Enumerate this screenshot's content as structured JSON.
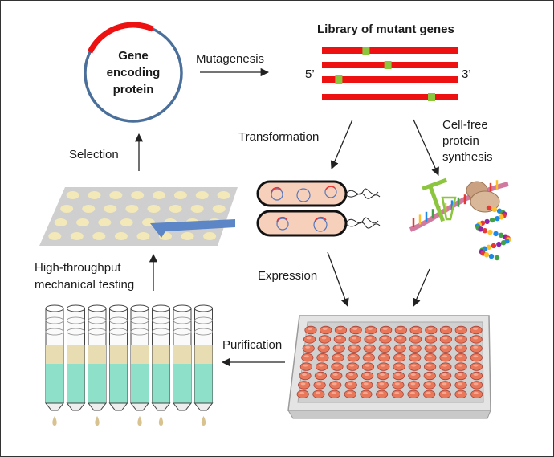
{
  "plasmid": {
    "line1": "Gene",
    "line2": "encoding",
    "line3": "protein"
  },
  "library": {
    "title": "Library of mutant genes",
    "five_prime": "5’",
    "three_prime": "3’",
    "mutation_positions": [
      0.32,
      0.48,
      0.12,
      0.8
    ]
  },
  "steps": {
    "mutagenesis": "Mutagenesis",
    "transformation": "Transformation",
    "cellfree_line1": "Cell-free",
    "cellfree_line2": "protein",
    "cellfree_line3": "synthesis",
    "selection": "Selection",
    "hts_line1": "High-throughput",
    "hts_line2": "mechanical testing",
    "expression": "Expression",
    "purification": "Purification"
  },
  "colors": {
    "gene_red": "#ee1111",
    "mutation_green": "#8cc63f",
    "plasmid_blue": "#4a6f9a",
    "cell_fill": "#f7d0bc",
    "column_liquid": "#8fe0c8",
    "well_fill": "#e9775a"
  }
}
